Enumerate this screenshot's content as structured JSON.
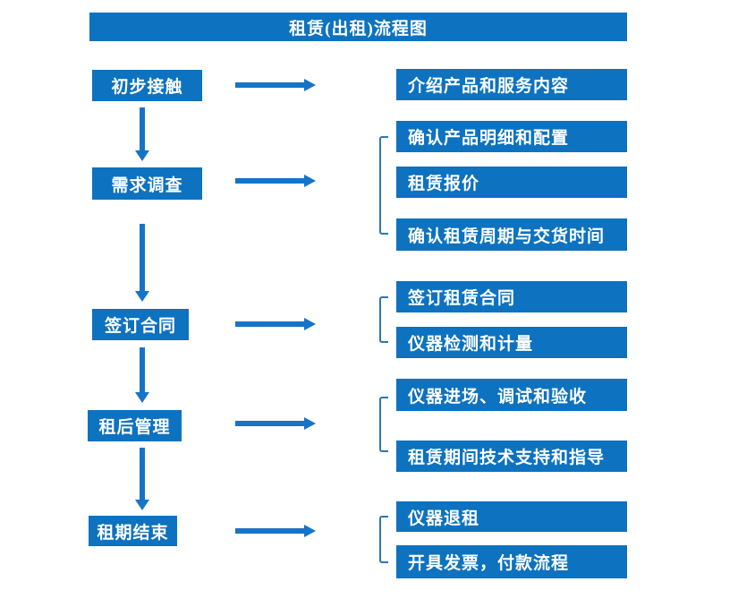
{
  "title": "租赁(出租)流程图",
  "colors": {
    "primary_blue": "#0d72bf",
    "arrow_blue": "#1574c8",
    "bracket_blue": "#2e75b6",
    "text": "#ffffff",
    "background": "#ffffff"
  },
  "stages": [
    {
      "label": "初步接触",
      "outputs": [
        "介绍产品和服务内容"
      ]
    },
    {
      "label": "需求调查",
      "outputs": [
        "确认产品明细和配置",
        "租赁报价",
        "确认租赁周期与交货时间"
      ]
    },
    {
      "label": "签订合同",
      "outputs": [
        "签订租赁合同",
        "仪器检测和计量"
      ]
    },
    {
      "label": "租后管理",
      "outputs": [
        "仪器进场、调试和验收",
        "租赁期间技术支持和指导"
      ]
    },
    {
      "label": "租期结束",
      "outputs": [
        "仪器退租",
        "开具发票，付款流程"
      ]
    }
  ]
}
